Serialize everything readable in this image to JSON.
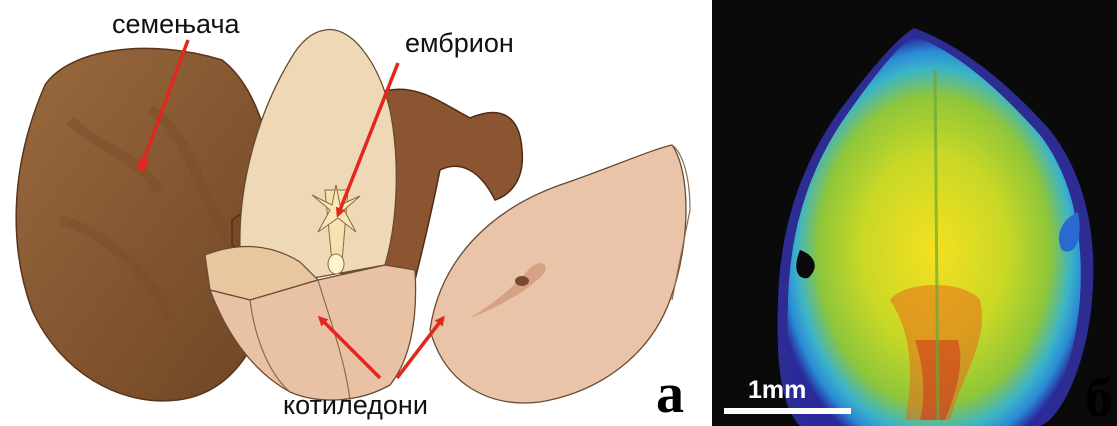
{
  "figure": {
    "labels": {
      "seed_coat": "семењача",
      "embryo": "ембрион",
      "cotyledons": "котиледони"
    },
    "panel_a": "а",
    "panel_b": "б",
    "scale_bar": "1mm"
  },
  "colors": {
    "seed_coat": "#8a5a32",
    "cotyledon": "#e8c0a4",
    "arrow": "#e0281e",
    "heatmap_background": "#0a0a0a"
  }
}
